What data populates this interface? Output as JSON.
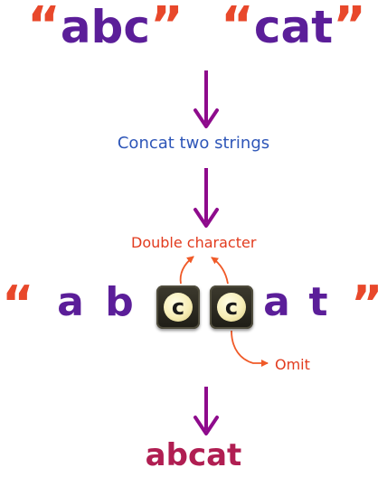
{
  "inputs": {
    "open_quote": "“",
    "close_quote": "”",
    "first": "abc",
    "second": "cat"
  },
  "steps": {
    "concat_label": "Concat two strings",
    "double_label": "Double character",
    "omit_label": "Omit"
  },
  "merged": {
    "open_quote": "“",
    "close_quote": "”",
    "chars": [
      "a",
      "b",
      "c",
      "c",
      "a",
      "t"
    ]
  },
  "result": "abcat",
  "colors": {
    "quote": "#e8482b",
    "word": "#5b1e99",
    "arrow": "#8e0b8c",
    "label_blue": "#2e56b8",
    "annotation": "#e23b1e",
    "result": "#b01e52"
  }
}
